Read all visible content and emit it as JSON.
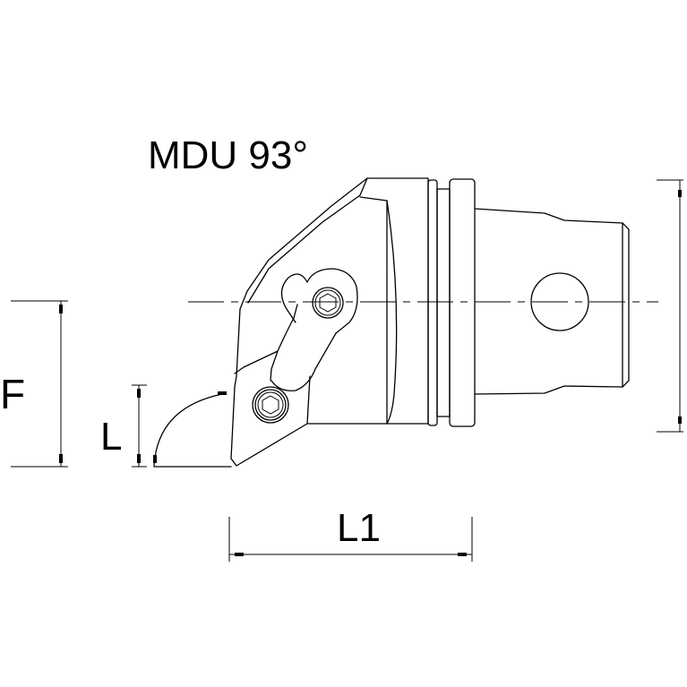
{
  "title": "MDU 93°",
  "dimensions": {
    "f_label": "F",
    "l_label": "L",
    "l1_label": "L1"
  },
  "colors": {
    "line": "#000000",
    "background": "#ffffff"
  }
}
